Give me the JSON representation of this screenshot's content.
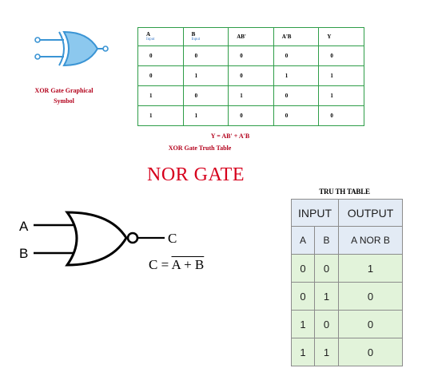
{
  "xor": {
    "caption_line1": "XOR Gate Graphical",
    "caption_line2": "Symbol",
    "table": {
      "headers": [
        {
          "label": "A",
          "sub": "Input"
        },
        {
          "label": "B",
          "sub": "Input"
        },
        {
          "label": "AB'",
          "sub": ""
        },
        {
          "label": "A'B",
          "sub": ""
        },
        {
          "label": "Y",
          "sub": ""
        }
      ],
      "rows": [
        [
          "0",
          "0",
          "0",
          "0",
          "0"
        ],
        [
          "0",
          "1",
          "0",
          "1",
          "1"
        ],
        [
          "1",
          "0",
          "1",
          "0",
          "1"
        ],
        [
          "1",
          "1",
          "0",
          "0",
          "0"
        ]
      ]
    },
    "formula": "Y = AB' + A'B",
    "table_title": "XOR Gate Truth Table"
  },
  "nor": {
    "title": "NOR GATE",
    "input_a": "A",
    "input_b": "B",
    "output": "C",
    "formula_left": "C = ",
    "formula_over": "A + B",
    "truth_table": {
      "caption": "TRU TH TABLE",
      "group_headers": [
        "INPUT",
        "OUTPUT"
      ],
      "sub_headers": [
        "A",
        "B",
        "A NOR B"
      ],
      "rows": [
        [
          "0",
          "0",
          "1"
        ],
        [
          "0",
          "1",
          "0"
        ],
        [
          "1",
          "0",
          "0"
        ],
        [
          "1",
          "1",
          "0"
        ]
      ]
    }
  },
  "colors": {
    "xor_red": "#b3001b",
    "heading_red": "#d6001c",
    "xor_table_border": "#2e9d48",
    "xor_symbol": "#3a94d4",
    "tt_header_bg": "#e3ebf5",
    "tt_row_bg": "#e2f3da"
  }
}
